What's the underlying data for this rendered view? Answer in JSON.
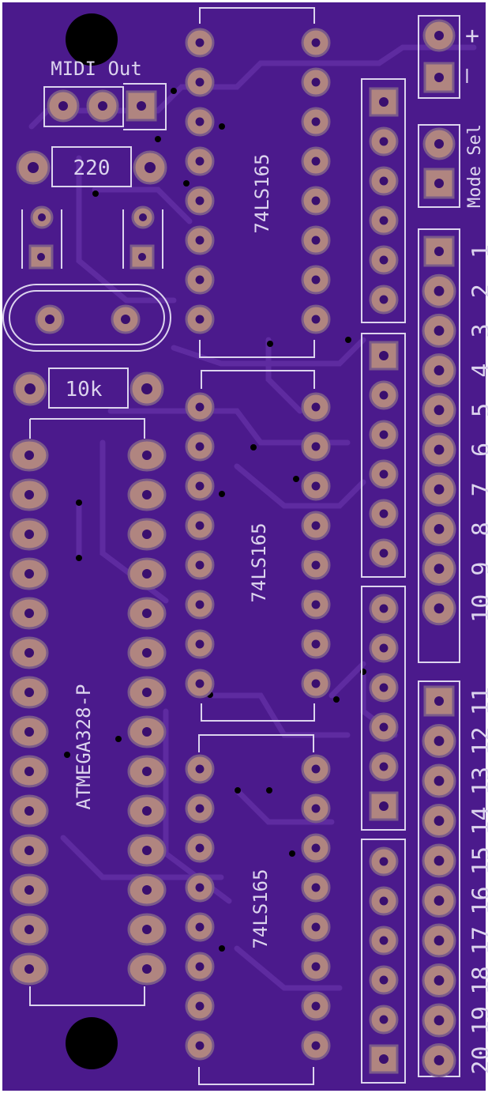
{
  "board": {
    "colors": {
      "outline": "#ffffff",
      "board": "#4b1a8c",
      "trace": "#5a2a9c",
      "silk": "#dcd4ee",
      "pad": "#b08580",
      "pad_ring": "#7a5a8a",
      "drill": "#3a0f6e",
      "hole": "#000000"
    }
  },
  "labels": {
    "midi_out": "MIDI Out",
    "r220": "220",
    "r10k": "10k",
    "mcu": "ATMEGA328-P",
    "ic1": "74LS165",
    "ic2": "74LS165",
    "ic3": "74LS165",
    "plus": "+",
    "minus": "–",
    "mode_sel": "Mode Sel"
  },
  "switch_numbers": [
    "1",
    "2",
    "3",
    "4",
    "5",
    "6",
    "7",
    "8",
    "9",
    "10",
    "11",
    "12",
    "13",
    "14",
    "15",
    "16",
    "17",
    "18",
    "19",
    "20"
  ]
}
